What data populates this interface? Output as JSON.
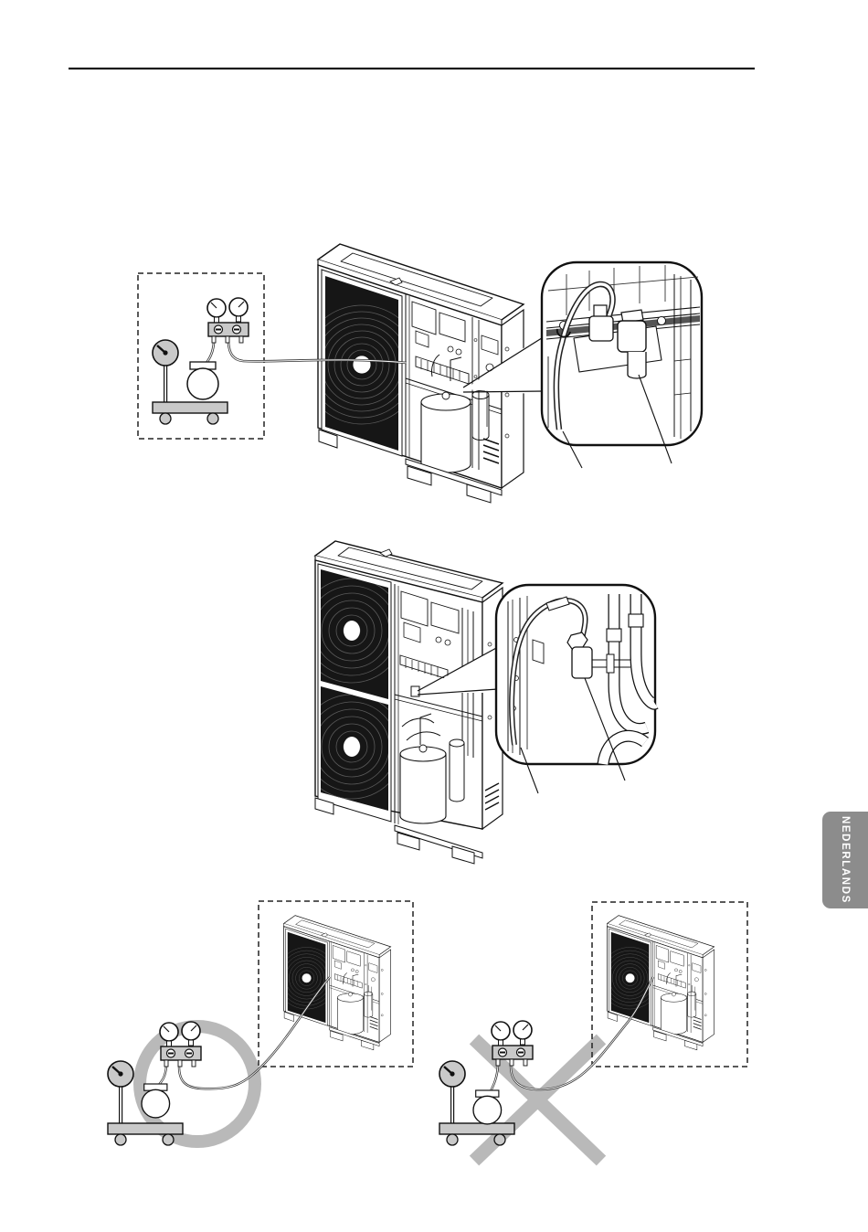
{
  "language_tab": {
    "label": "NEDERLANDS",
    "background": "#8c8c8c",
    "text_color": "#ffffff"
  },
  "marks": {
    "correct_circle": {
      "name": "correct-circle-mark",
      "color": "#b9b9b9"
    },
    "wrong_cross": {
      "name": "wrong-cross-mark",
      "color": "#b9b9b9"
    }
  },
  "line_color": "#1a1a1a"
}
